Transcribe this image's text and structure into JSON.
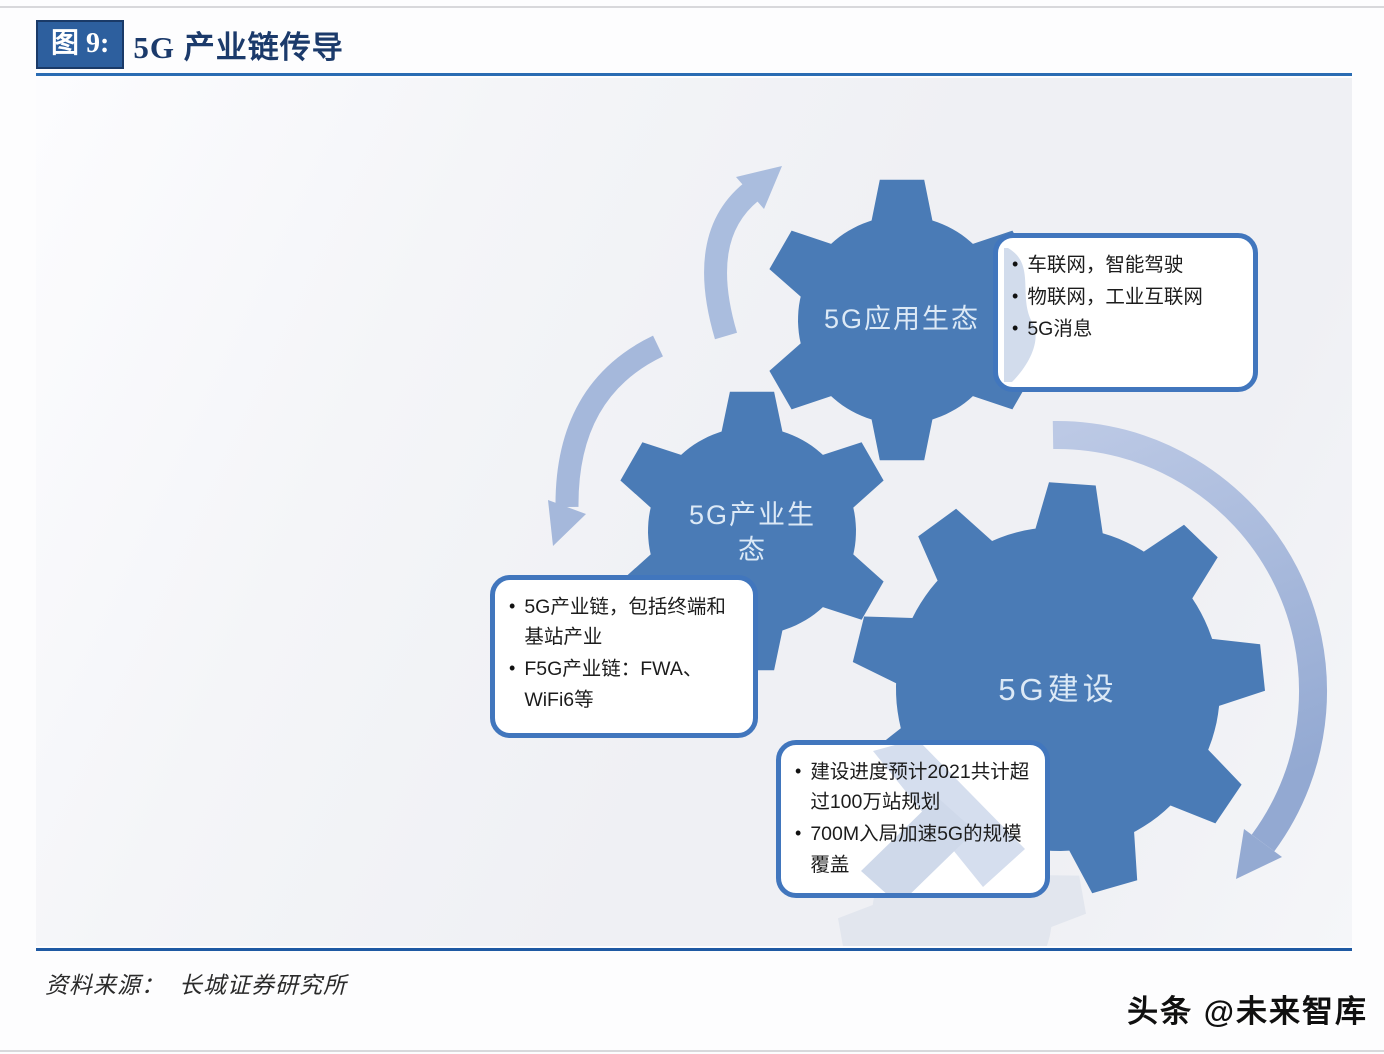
{
  "figure": {
    "label": "图 9:",
    "title": "5G 产业链传导"
  },
  "gears": {
    "app": {
      "label": "5G应用生态"
    },
    "industry": {
      "label": "5G产业生态"
    },
    "build": {
      "label": "5G建设"
    }
  },
  "callouts": {
    "app": {
      "items": [
        "车联网，智能驾驶",
        "物联网，工业互联网",
        "5G消息"
      ]
    },
    "industry": {
      "items": [
        "5G产业链，包括终端和基站产业",
        "F5G产业链：FWA、WiFi6等"
      ]
    },
    "build": {
      "items": [
        "建设进度预计2021共计超过100万站规划",
        "700M入局加速5G的规模覆盖"
      ]
    }
  },
  "footer": {
    "source_label": "资料来源：",
    "source_value": "长城证券研究所",
    "watermark": "头条 @未来智库"
  },
  "bullet_glyph": "•",
  "colors": {
    "gear_blue": "#4a7bb6",
    "arrow_blue": "#aabdde",
    "box_border": "#4176bd",
    "title_badge": "#2d5f9e",
    "title_navy": "#1b3a6b",
    "rule_blue": "#2a6cb3",
    "rule_blue_dark": "#1e59a3"
  }
}
